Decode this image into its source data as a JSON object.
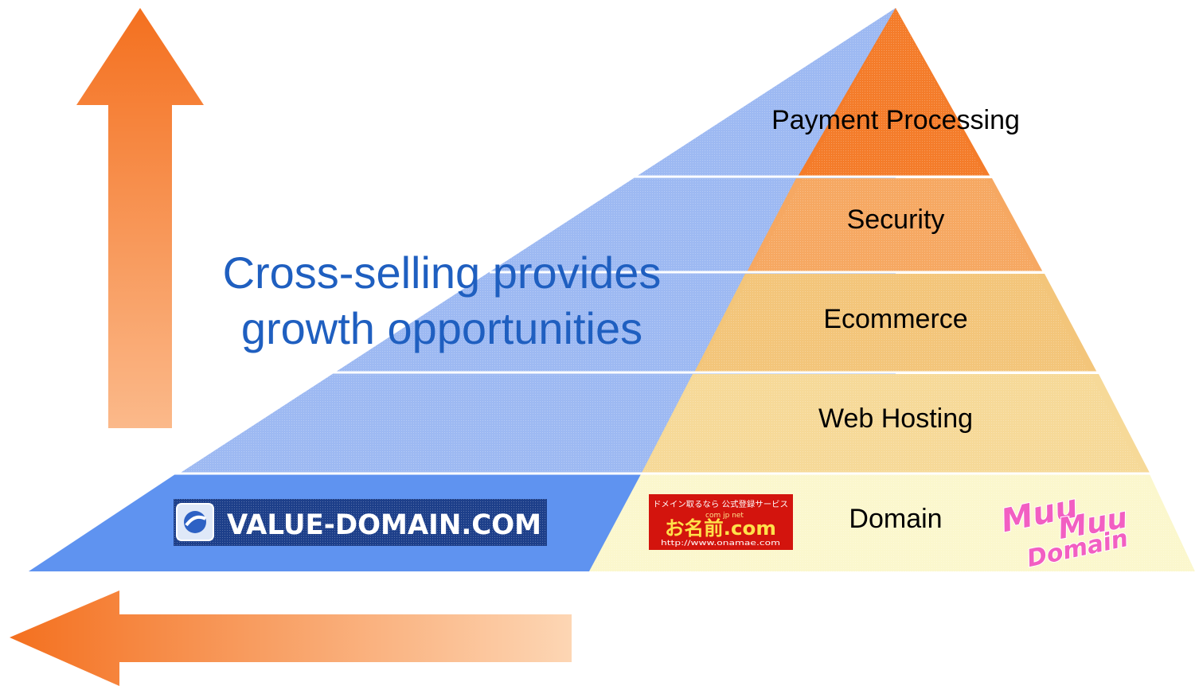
{
  "slide": {
    "headline": {
      "line1": "Cross-selling provides",
      "line2": "growth opportunities"
    }
  },
  "pyramid": {
    "levels": [
      "Payment Processing",
      "Security",
      "Ecommerce",
      "Web Hosting",
      "Domain"
    ],
    "colors": {
      "payment": "#f47c2a",
      "security": "#f6a862",
      "ecommerce": "#f3c57a",
      "hosting": "#f6d998",
      "domain": "#fbf7cd",
      "background_triangle": "#9db9f2",
      "value_domain_band": "#5f93f0",
      "arrow": "#f47c2a",
      "headline": "#1f5fc0"
    }
  },
  "logos": {
    "value_domain": {
      "text": "VALUE-DOMAIN.COM"
    },
    "onamae": {
      "top_text": "ドメイン取るなら 公式登録サービス",
      "main_text": "お名前.com",
      "tlds": "com jp net",
      "url": "http://www.onamae.com"
    },
    "muumuu": {
      "line1": "Muu",
      "line2": "Muu",
      "line3": "Domain"
    }
  },
  "arrows": {
    "up": "growth-up-arrow",
    "left": "cross-sell-left-arrow"
  }
}
